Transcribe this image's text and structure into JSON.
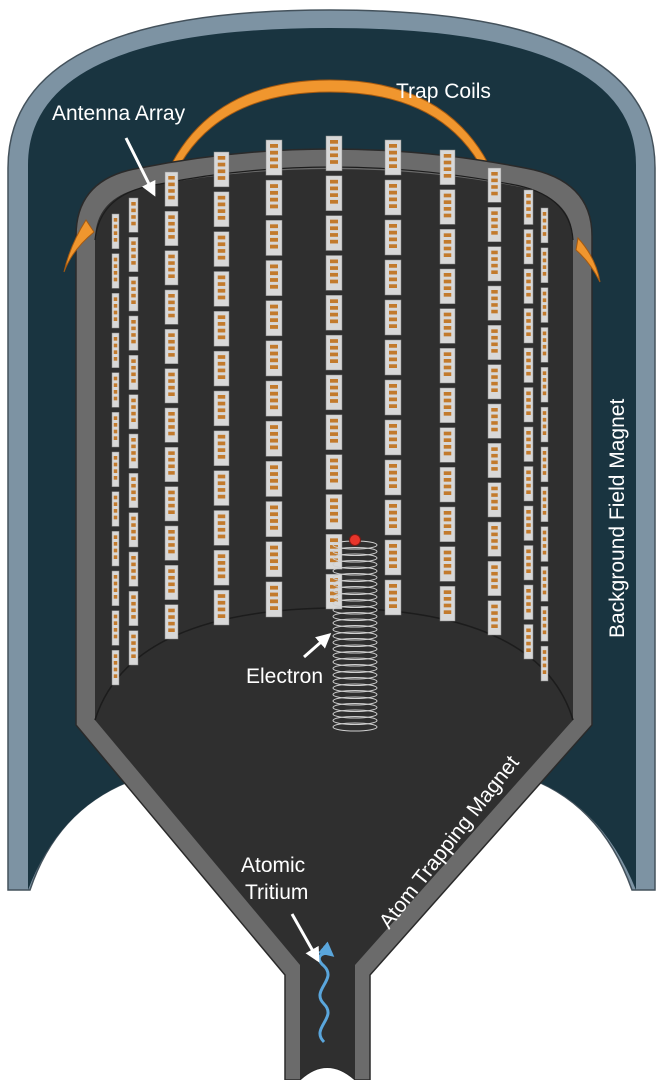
{
  "labels": {
    "trap_coils": "Trap Coils",
    "antenna_array": "Antenna Array",
    "background_field_magnet": "Background Field Magnet",
    "electron": "Electron",
    "atom_trapping_magnet": "Atom Trapping Magnet",
    "atomic_tritium_line1": "Atomic",
    "atomic_tritium_line2": "Tritium"
  },
  "colors": {
    "magnet_bore": "#193440",
    "magnet_shell": "#7d93a3",
    "vessel_wall": "#6b6b6b",
    "vessel_interior": "#2f2f2f",
    "coil": "#f0962e",
    "antenna_strip": "#d8d8d8",
    "antenna_patch": "#c27a2c",
    "electron": "#e8352b",
    "tritium_path": "#5aa6dc",
    "label": "#ffffff"
  }
}
